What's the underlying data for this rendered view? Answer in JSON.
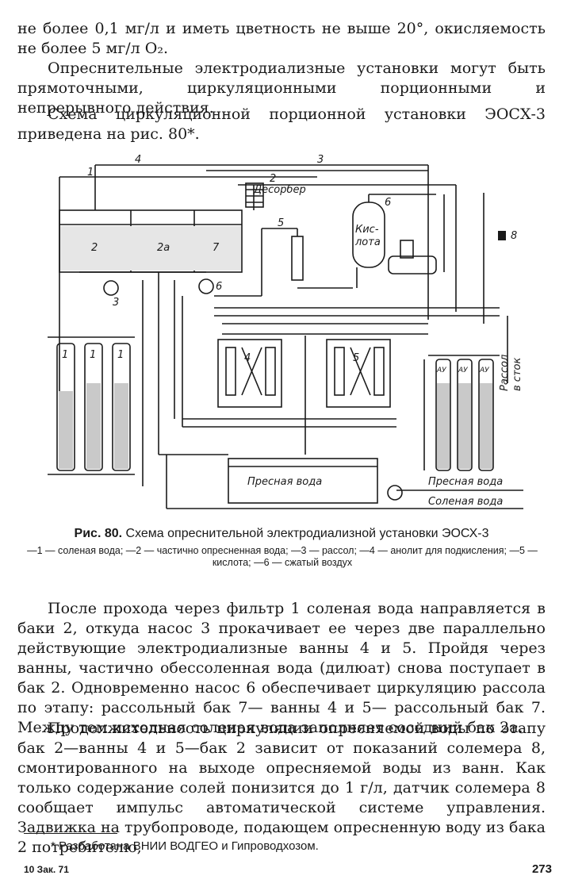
{
  "paragraphs_top": [
    "не более 0,1 мг/л и иметь цветность не выше 20°, окисляемость не более 5 мг/л O₂.",
    "Опреснительные электродиализные установки могут быть прямоточными, циркуляционными порционными и непрерывного действия.",
    "Схема циркуляционной порционной установки ЭОСХ-3 приведена на рис. 80*."
  ],
  "figure": {
    "labels": {
      "desorber": "Десорбер",
      "acid_line1": "Кис-",
      "acid_line2": "лота",
      "fresh_water_tank": "Пресная вода",
      "fresh_water_out": "Пресная вода",
      "salt_water_in": "Соленая вода",
      "brine_line1": "Рассол",
      "brine_line2": "в сток",
      "tank_2": "2",
      "tank_2a": "2а",
      "tank_7": "7",
      "bath_4": "4",
      "bath_5": "5",
      "pump_3": "3",
      "pump_6": "6",
      "saltmeter_8": "8",
      "filter_label": "1",
      "au_label": "АУ"
    },
    "line_numbers": [
      "1",
      "2",
      "3",
      "4",
      "5",
      "6"
    ]
  },
  "caption": {
    "prefix": "Рис. 80.",
    "title": "Схема опреснительной электродиализной установки ЭОСХ-3",
    "legend": "—1 — соленая вода; —2 — частично опресненная вода; —3 — рассол; —4 — анолит для подкисления; —5 — кислота; —6 — сжатый воздух"
  },
  "paragraphs_bottom": [
    "После прохода через фильтр 1 соленая вода направляется в баки 2, откуда насос 3 прокачивает ее через две параллельно действующие электродиализные ванны 4 и 5. Пройдя через ванны, частично обессоленная вода (дилюат) снова поступает в бак 2. Одновременно насос 6 обеспечивает циркуляцию рассола по этапу: рассольный бак 7— ванны 4 и 5— рассольный бак 7. Между тем исходная соленая вода заполняет соседний бак 2а.",
    "Продолжительность циркуляции опресняемой воды по этапу бак 2—ванны 4 и 5—бак 2 зависит от показаний солемера 8, смонтированного на выходе опресняемой воды из ванн. Как только содержание солей понизится до 1 г/л, датчик солемера 8 сообщает импульс автоматической системе управления. Задвижка на трубопроводе, подающем опресненную воду из бака 2 потребителю,"
  ],
  "footnote": "* Разработана ВНИИ ВОДГЕО и Гипроводхозом.",
  "signature": "10 Зак. 71",
  "page_number": "273"
}
